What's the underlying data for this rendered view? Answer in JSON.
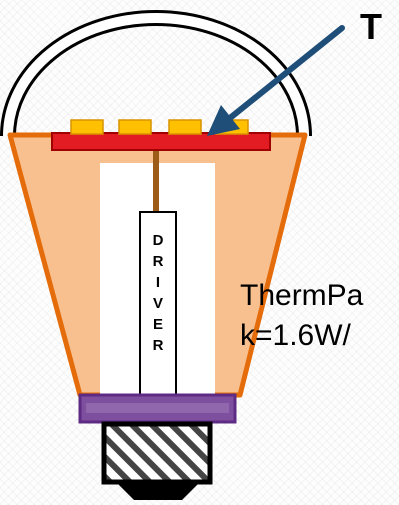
{
  "labels": {
    "top_marker": "T",
    "material_line1": "ThermPa",
    "material_line2": "k=1.6W/",
    "driver_letters": [
      "D",
      "R",
      "I",
      "V",
      "E",
      "R"
    ]
  },
  "colors": {
    "body_fill": "#f9c08f",
    "body_stroke": "#e46c0a",
    "board": "#e31b23",
    "board_edge": "#a00000",
    "led": "#ffc000",
    "cap_fill": "#7f4f9f",
    "cap_stroke": "#5e2b84",
    "arrow": "#1f4e79",
    "wire": "#9c5b16",
    "driver_cavity": "#ffffff"
  }
}
